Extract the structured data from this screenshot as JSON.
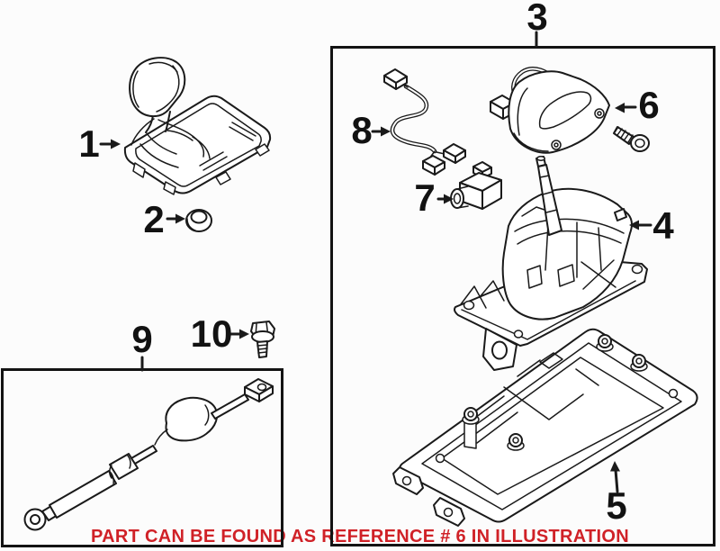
{
  "figure": {
    "note": {
      "text": "PART CAN BE FOUND AS REFERENCE # 6 IN ILLUSTRATION",
      "color": "#d02127"
    },
    "line_color": "#1a1a1a",
    "callouts": [
      {
        "label": "1"
      },
      {
        "label": "2"
      },
      {
        "label": "3"
      },
      {
        "label": "4"
      },
      {
        "label": "5"
      },
      {
        "label": "6"
      },
      {
        "label": "7"
      },
      {
        "label": "8"
      },
      {
        "label": "9"
      },
      {
        "label": "10"
      }
    ]
  }
}
